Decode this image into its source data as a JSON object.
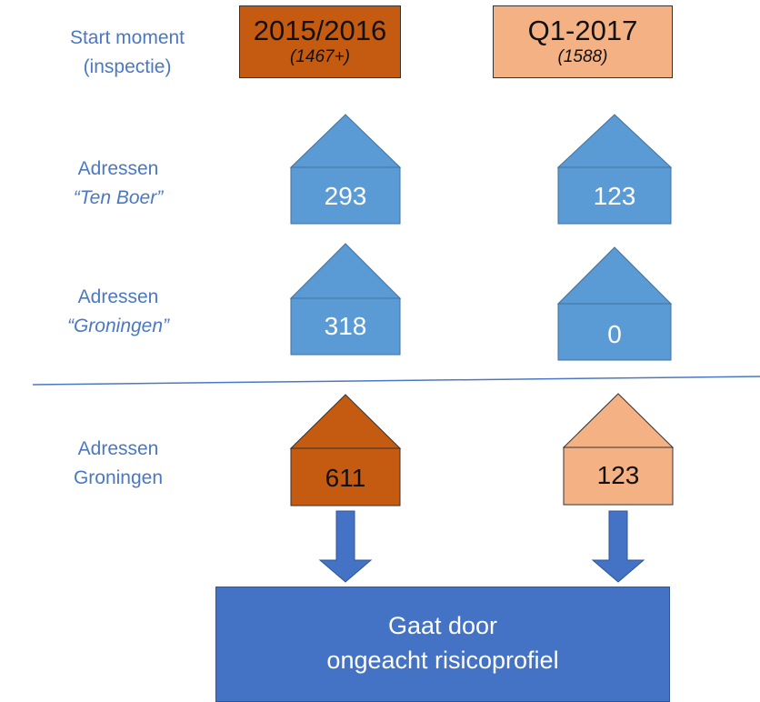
{
  "row_labels": {
    "start": {
      "line1": "Start moment",
      "line2": "(inspectie)"
    },
    "ten_boer": {
      "line1": "Adressen",
      "line2": "“Ten Boer”"
    },
    "groningen_quoted": {
      "line1": "Adressen",
      "line2": "“Groningen”"
    },
    "groningen": {
      "line1": "Adressen",
      "line2": "Groningen"
    }
  },
  "columns": [
    {
      "period": "2015/2016",
      "count": "(1467+)",
      "color": "#c55a11"
    },
    {
      "period": "Q1-2017",
      "count": "(1588)",
      "color": "#f4b183"
    }
  ],
  "houses": {
    "ten_boer": [
      "293",
      "123"
    ],
    "groningen_quoted": [
      "318",
      "0"
    ],
    "groningen": [
      "611",
      "123"
    ]
  },
  "result": {
    "line1": "Gaat door",
    "line2": "ongeacht risicoprofiel"
  },
  "colors": {
    "blue_house": "#5b9bd5",
    "label_blue": "#4a78c4",
    "result_box": "#4472c4",
    "arrow": "#4472c4"
  }
}
